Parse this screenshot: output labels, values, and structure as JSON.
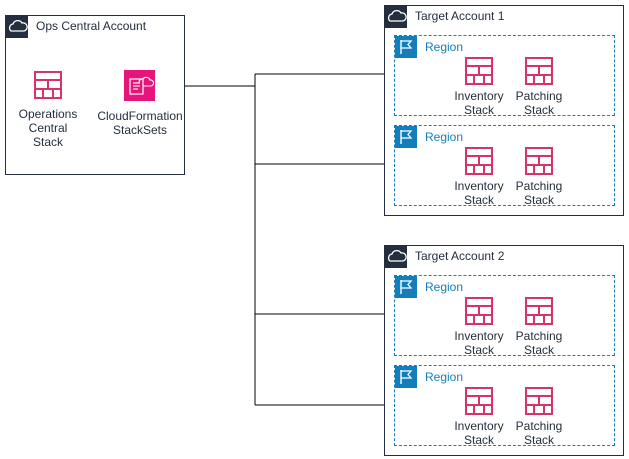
{
  "source_account": {
    "title": "Ops Central Account",
    "resources": [
      {
        "line1": "Operations",
        "line2": "Central",
        "line3": "Stack"
      },
      {
        "line1": "CloudFormation",
        "line2": "StackSets"
      }
    ]
  },
  "targets": [
    {
      "title": "Target Account 1",
      "regions": [
        {
          "title": "Region",
          "stacks": [
            {
              "line1": "Inventory",
              "line2": "Stack"
            },
            {
              "line1": "Patching",
              "line2": "Stack"
            }
          ]
        },
        {
          "title": "Region",
          "stacks": [
            {
              "line1": "Inventory",
              "line2": "Stack"
            },
            {
              "line1": "Patching",
              "line2": "Stack"
            }
          ]
        }
      ]
    },
    {
      "title": "Target Account 2",
      "regions": [
        {
          "title": "Region",
          "stacks": [
            {
              "line1": "Inventory",
              "line2": "Stack"
            },
            {
              "line1": "Patching",
              "line2": "Stack"
            }
          ]
        },
        {
          "title": "Region",
          "stacks": [
            {
              "line1": "Inventory",
              "line2": "Stack"
            },
            {
              "line1": "Patching",
              "line2": "Stack"
            }
          ]
        }
      ]
    }
  ],
  "colors": {
    "stack_icon": "#d6336c",
    "stacksets_icon": "#e7157b",
    "region": "#147eba",
    "account": "#232f3e"
  }
}
